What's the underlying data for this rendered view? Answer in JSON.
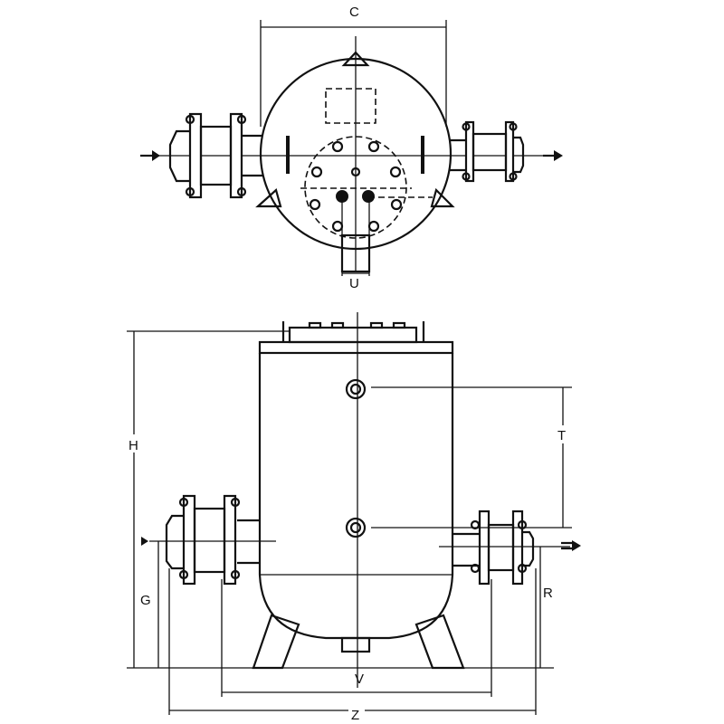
{
  "dimension_labels": {
    "C": "C",
    "U": "U",
    "H": "H",
    "T": "T",
    "G": "G",
    "R": "R",
    "V": "V",
    "Z": "Z"
  }
}
